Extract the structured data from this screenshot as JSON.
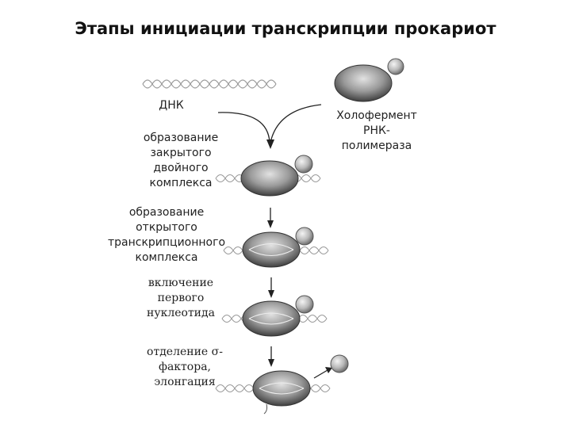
{
  "title": "Этапы инициации транскрипции прокариот",
  "labels": {
    "dna": "ДНК",
    "holoenzyme": [
      "Холофермент",
      "РНК-",
      "полимераза"
    ],
    "step1": [
      "образование",
      "закрытого",
      "двойного",
      "комплекса"
    ],
    "step2": [
      "образование",
      "открытого",
      "транскрипционного",
      "комплекса"
    ],
    "step3": [
      "включение",
      "первого",
      "нуклеотида"
    ],
    "step4": [
      "отделение σ-",
      "фактора,",
      "элонгация"
    ]
  },
  "colors": {
    "enzyme_dark": "#4a4a4a",
    "enzyme_light": "#d9d9d9",
    "sigma": "#bdbdbd",
    "dna_strand": "#9a9a9a",
    "arrow": "#222222"
  }
}
